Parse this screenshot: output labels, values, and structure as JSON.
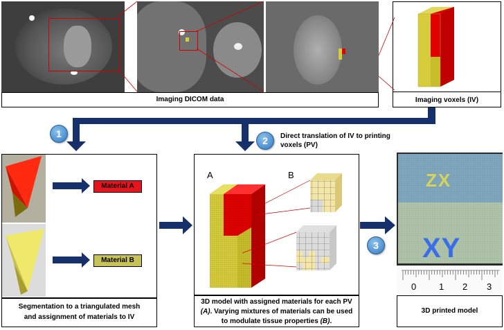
{
  "top": {
    "dicom_caption": "Imaging DICOM data",
    "voxels_caption": "Imaging voxels (IV)"
  },
  "steps": [
    {
      "number": "1"
    },
    {
      "number": "2",
      "label": "Direct translation of IV to printing voxels (PV)"
    },
    {
      "number": "3"
    }
  ],
  "segmentation": {
    "material_a": "Material A",
    "material_b": "Material B",
    "caption": "Segmentation to a triangulated mesh and assignment of materials to IV"
  },
  "model": {
    "label_a": "A",
    "label_b": "B",
    "caption_prefix": "3D model with assigned materials for each PV ",
    "caption_a": "(A)",
    "caption_mid": ". Varying mixtures of materials can be used to modulate tissue properties ",
    "caption_b": "(B)",
    "caption_end": "."
  },
  "printed": {
    "caption": "3D printed model",
    "face_top": "ZX",
    "face_front": "XY",
    "ruler_ticks": [
      "0",
      "1",
      "2",
      "3"
    ]
  },
  "colors": {
    "navy": "#15306a",
    "red": "#e00000",
    "yellow": "#d6cc3c",
    "material_a_fill": "#e8141b",
    "material_b_fill": "#c8c25a",
    "step_blue": "#4a8fd0"
  }
}
